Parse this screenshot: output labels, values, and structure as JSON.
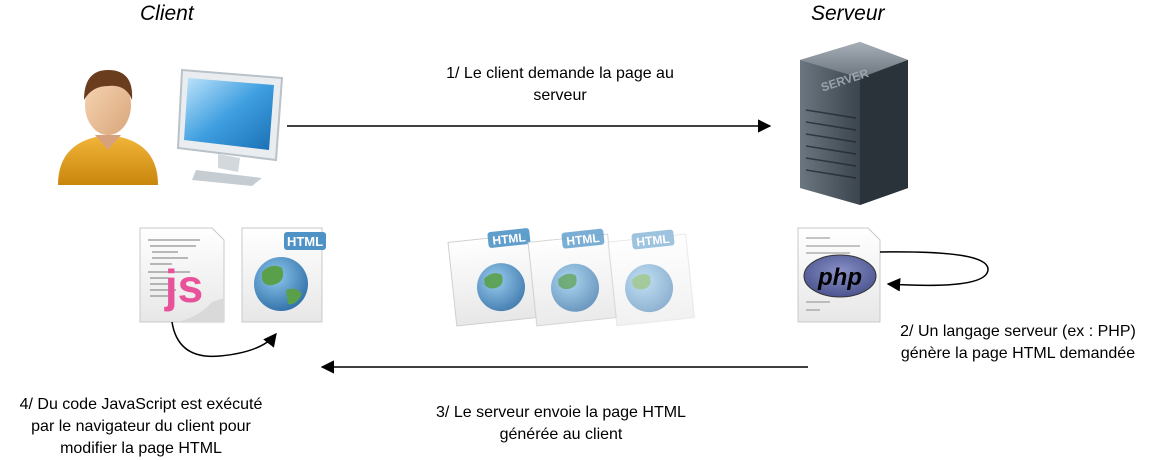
{
  "headings": {
    "client": "Client",
    "server": "Serveur"
  },
  "steps": {
    "step1": {
      "line1": "1/ Le client demande la page au",
      "line2": "serveur"
    },
    "step2": {
      "line1": "2/ Un langage serveur (ex : PHP)",
      "line2": "génère la page HTML demandée"
    },
    "step3": {
      "line1": "3/ Le serveur envoie la page HTML",
      "line2": "générée au client"
    },
    "step4": {
      "line1": "4/ Du code JavaScript est exécuté",
      "line2": "par le navigateur du client pour",
      "line3": "modifier la page HTML"
    }
  },
  "icons": {
    "server_label": "SERVER",
    "html_tag": "HTML",
    "js_badge": "js",
    "php_badge": "php"
  },
  "colors": {
    "html_tag_blue": "#4f93c6",
    "js_pink": "#e8529a",
    "php_purple": "#6a73ad",
    "monitor_blue": "#2f8fd2",
    "user_shirt": "#e8a317",
    "server_gray": "#4a5560"
  }
}
